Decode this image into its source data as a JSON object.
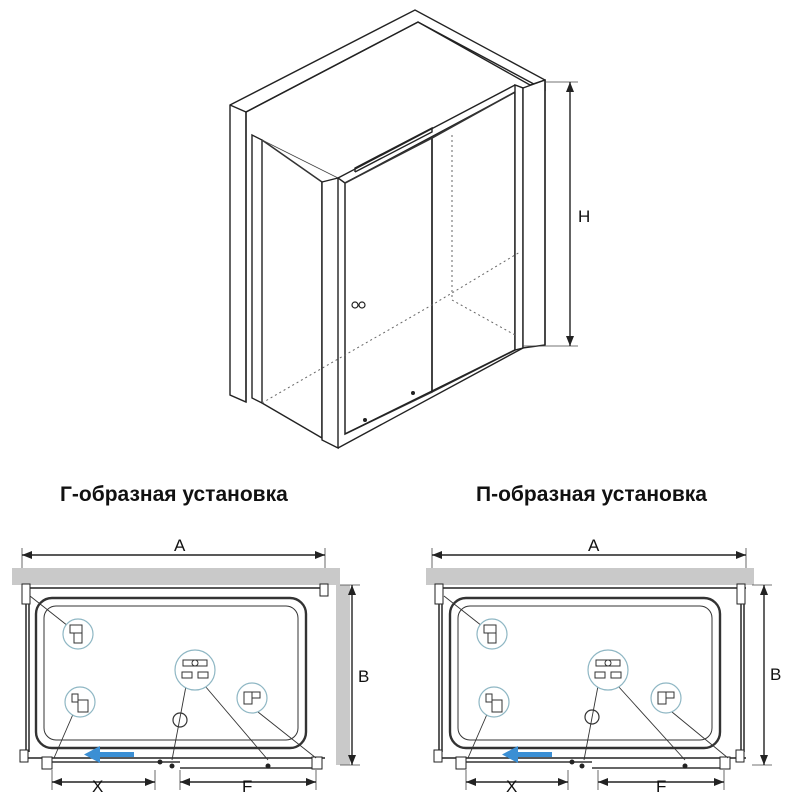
{
  "diagram": {
    "height_label": "H",
    "l_shape": {
      "title": "Г-образная установка",
      "width_label": "A",
      "depth_label": "B",
      "door_opening_label": "X",
      "fixed_panel_label": "F"
    },
    "u_shape": {
      "title": "П-образная установка",
      "width_label": "A",
      "depth_label": "B",
      "door_opening_label": "X",
      "fixed_panel_label": "F"
    },
    "colors": {
      "line": "#222222",
      "wall_gray": "#c9c9c9",
      "callout_border": "#8fb7c4",
      "arrow_blue": "#3b8fd4"
    },
    "icons": [
      "wall-profile-icon",
      "door-handle-icon",
      "roller-icon",
      "glass-clamp-icon",
      "door-direction-arrow-icon"
    ]
  }
}
